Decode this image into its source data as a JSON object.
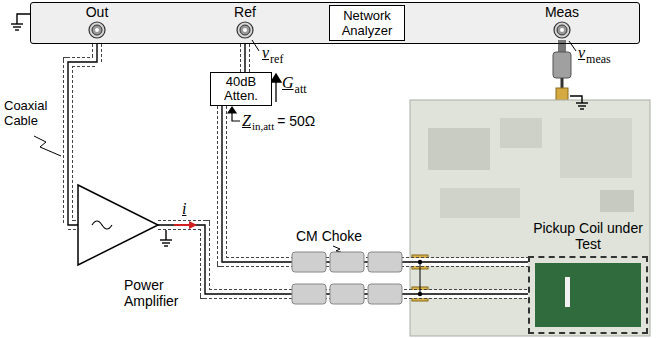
{
  "diagram": {
    "nodes": [
      {
        "text": [
          "Out",
          "Ref",
          "Meas"
        ]
      },
      {
        "text": [
          "Network Analyzer"
        ],
        "in": 0
      },
      {
        "text": [
          "40dB Atten."
        ]
      },
      {
        "text": [
          "Power Amplifier"
        ]
      },
      {
        "text": [
          "Pickup Coil under Test"
        ]
      }
    ],
    "edges": [
      {
        "from": 0,
        "to": 3,
        "arrow": "none"
      },
      {
        "from": 2,
        "to": 0,
        "arrow": "none"
      },
      {
        "from": 2,
        "to": 4,
        "arrow": "none"
      },
      {
        "from": 3,
        "to": 4,
        "arrow": "none"
      }
    ],
    "labels": [
      "v",
      "ref",
      "v",
      "meas",
      "G",
      "att",
      "Coaxial Cable",
      "Z",
      "in,att",
      "= 50Ω",
      "i",
      "CM Choke"
    ]
  }
}
